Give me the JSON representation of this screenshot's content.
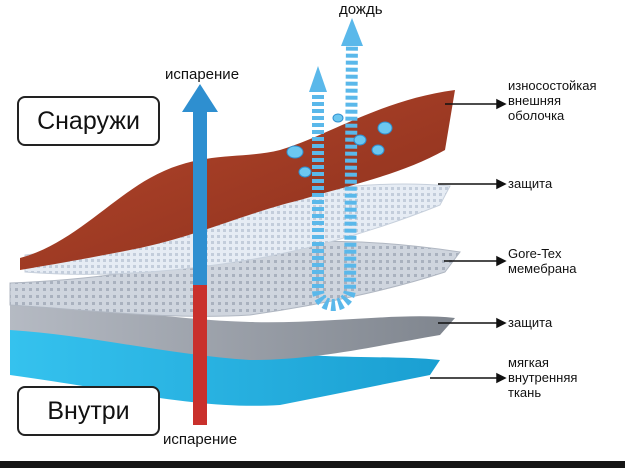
{
  "labels": {
    "outside": "Снаружи",
    "inside": "Внутри",
    "rain": "дождь",
    "evaporation_top": "испарение",
    "evaporation_bottom": "испарение"
  },
  "layers": [
    {
      "lines": [
        "износостойкая",
        "внешняя",
        "оболочка"
      ],
      "color": "#a9412a"
    },
    {
      "lines": [
        "защита"
      ],
      "color": "#dfe6ef"
    },
    {
      "lines": [
        "Gore-Tex",
        "мемебрана"
      ],
      "color": "#c9ced8"
    },
    {
      "lines": [
        "защита"
      ],
      "color": "#9aa0a8"
    },
    {
      "lines": [
        "мягкая",
        "внутренняя",
        "ткань"
      ],
      "color": "#29b6e3"
    }
  ],
  "colors": {
    "arrow_blue": "#2e8fd0",
    "arrow_red": "#c9302c",
    "rain_arrow": "#5ab8ea"
  }
}
